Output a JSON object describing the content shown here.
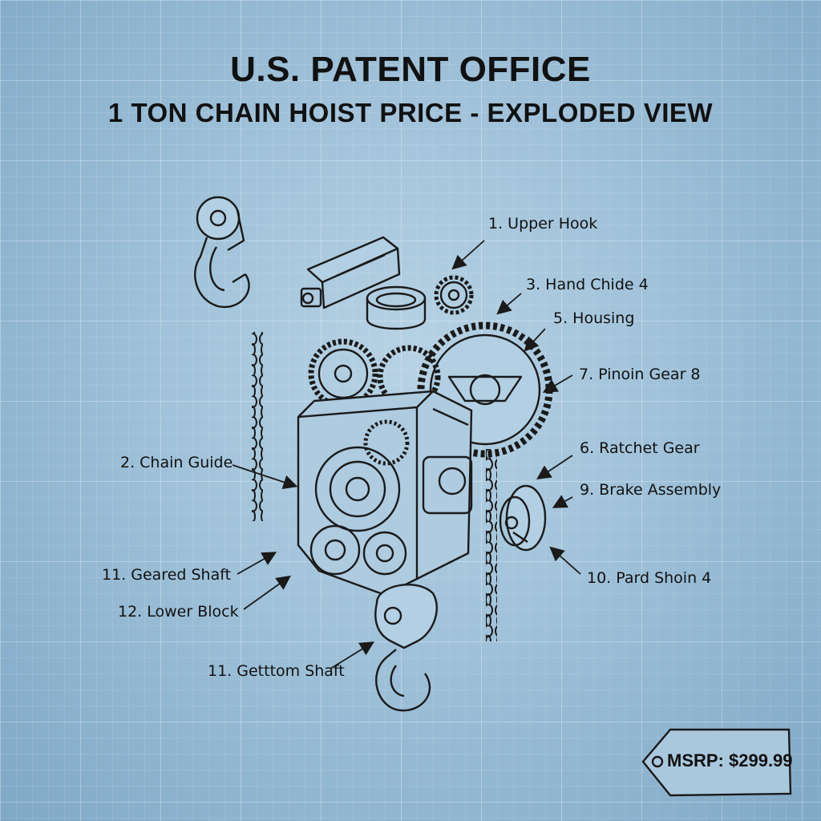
{
  "header": {
    "title": "U.S. PATENT OFFICE",
    "subtitle": "1 TON CHAIN HOIST PRICE - EXPLODED VIEW"
  },
  "labels": [
    {
      "id": "upper-hook",
      "text": "1. Upper Hook"
    },
    {
      "id": "hand-chide",
      "text": "3. Hand Chide 4"
    },
    {
      "id": "housing",
      "text": "5. Housing"
    },
    {
      "id": "pinoin-gear",
      "text": "7. Pinoin Gear 8"
    },
    {
      "id": "chain-guide",
      "text": "2. Chain Guide"
    },
    {
      "id": "ratchet-gear",
      "text": "6. Ratchet Gear"
    },
    {
      "id": "brake-assembly",
      "text": "9. Brake Assembly"
    },
    {
      "id": "geared-shaft",
      "text": "11. Geared Shaft"
    },
    {
      "id": "pard-shoin",
      "text": "10. Pard Shoin 4"
    },
    {
      "id": "lower-block",
      "text": "12. Lower Block"
    },
    {
      "id": "getttom-shaft",
      "text": "11. Getttom Shaft"
    }
  ],
  "price_tag": {
    "text": "MSRP: $299.99"
  },
  "colors": {
    "ink": "#1a1a1a",
    "paper": "#a9c8de"
  }
}
